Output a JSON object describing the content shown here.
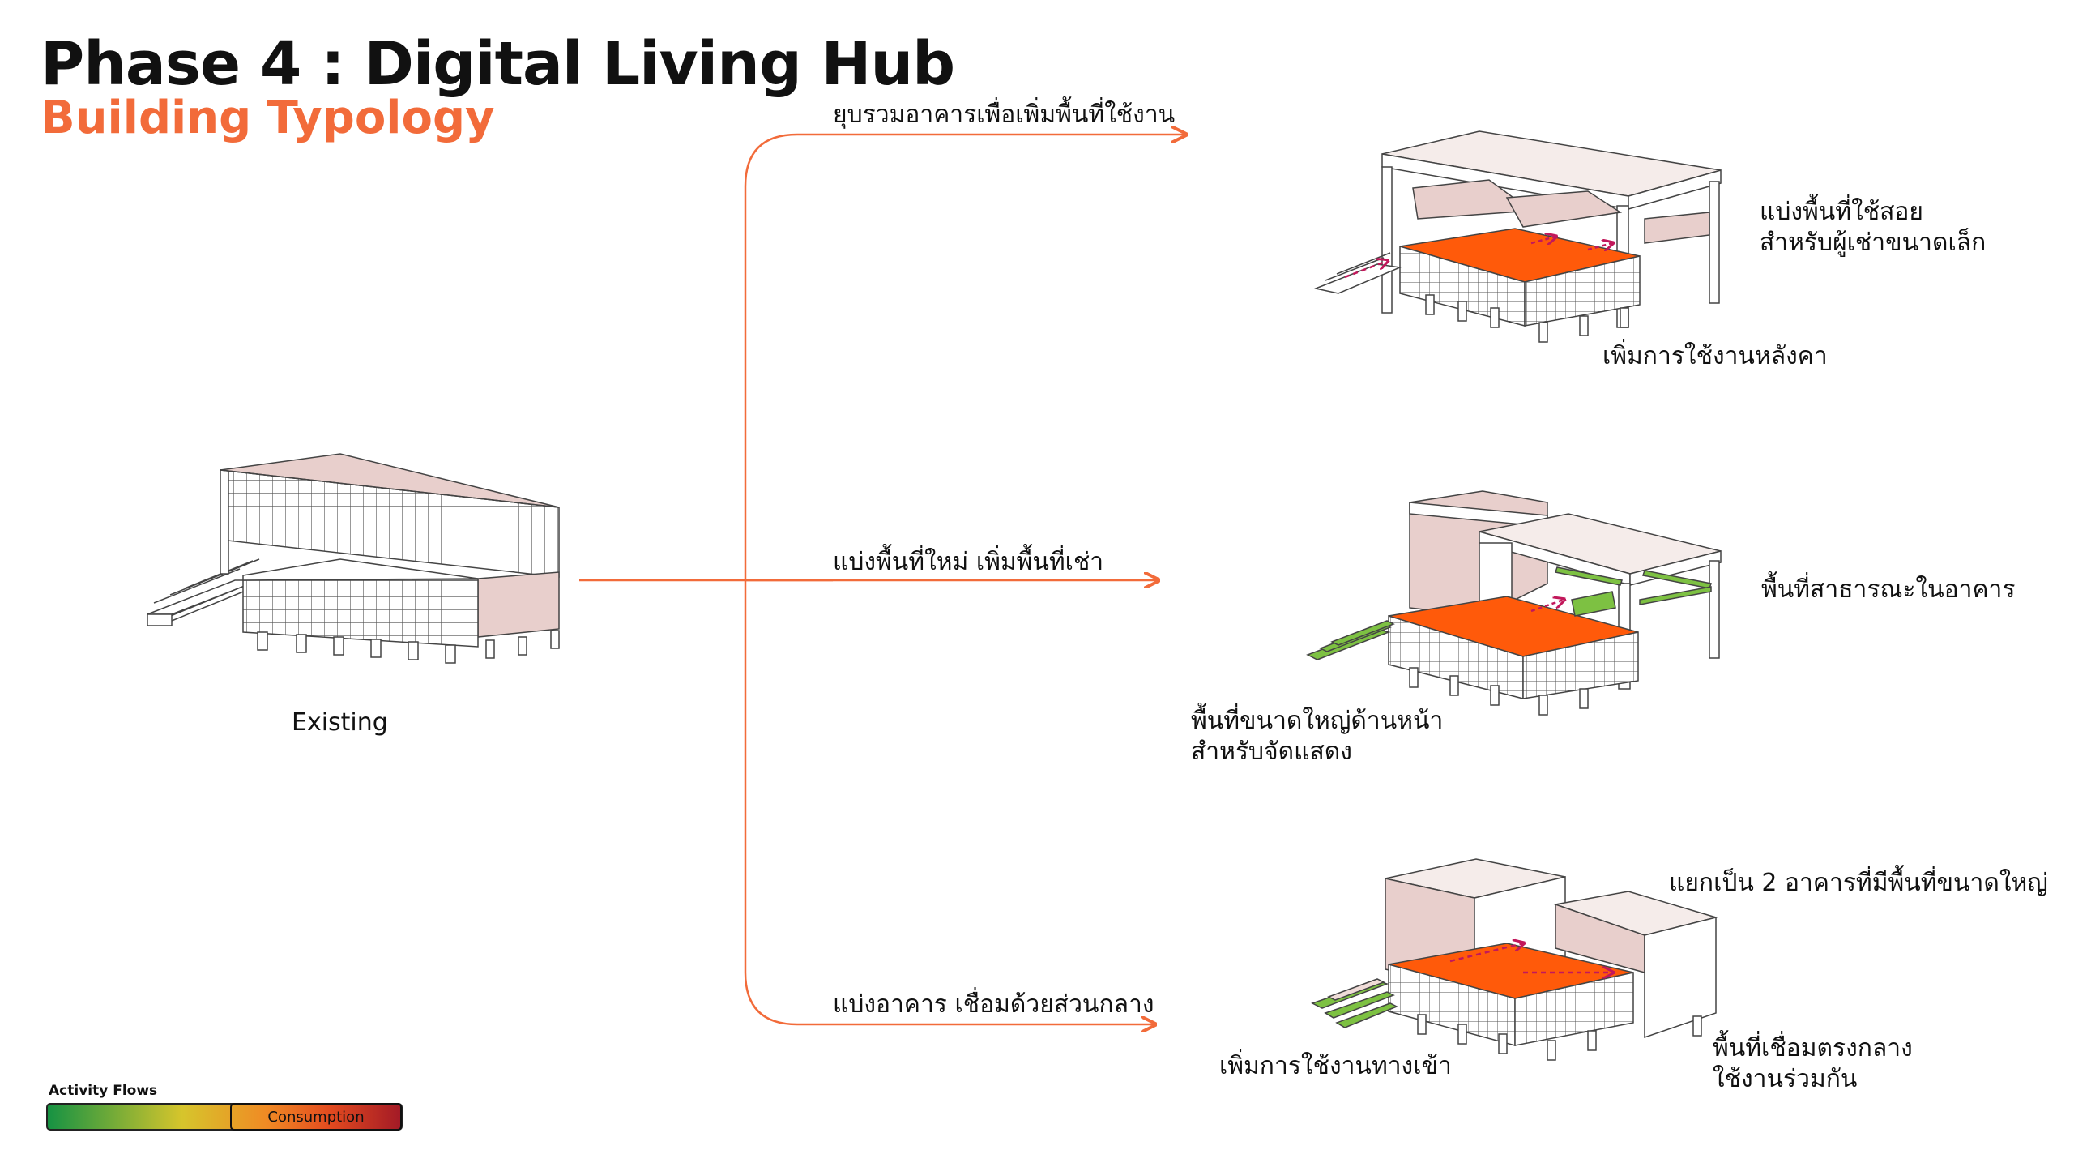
{
  "header": {
    "title": "Phase 4 : Digital Living Hub",
    "subtitle": "Building Typology"
  },
  "existing": {
    "label": "Existing"
  },
  "branches": [
    {
      "label": "ยุบรวมอาคารเพื่อเพิ่มพื้นที่ใช้งาน",
      "notes": [
        "แบ่งพื้นที่ใช้สอย",
        "สำหรับผู้เช่าขนาดเล็ก",
        "เพิ่มการใช้งานหลังคา"
      ]
    },
    {
      "label": "แบ่งพื้นที่ใหม่ เพิ่มพื้นที่เช่า",
      "notes": [
        "พื้นที่สาธารณะในอาคาร",
        "พื้นที่ขนาดใหญ่ด้านหน้า",
        "สำหรับจัดแสดง"
      ]
    },
    {
      "label": "แบ่งอาคาร เชื่อมด้วยส่วนกลาง",
      "notes": [
        "แยกเป็น 2 อาคารที่มีพื้นที่ขนาดใหญ่",
        "เพิ่มการใช้งานทางเข้า",
        "พื้นที่เชื่อมตรงกลาง",
        "ใช้งานร่วมกัน"
      ]
    }
  ],
  "legend": {
    "title": "Activity Flows",
    "highlight": "Consumption"
  },
  "colors": {
    "accent": "#f26b3a",
    "floor": "#ff5a0a",
    "pink": "#e8cfcc",
    "green": "#7dc142"
  }
}
